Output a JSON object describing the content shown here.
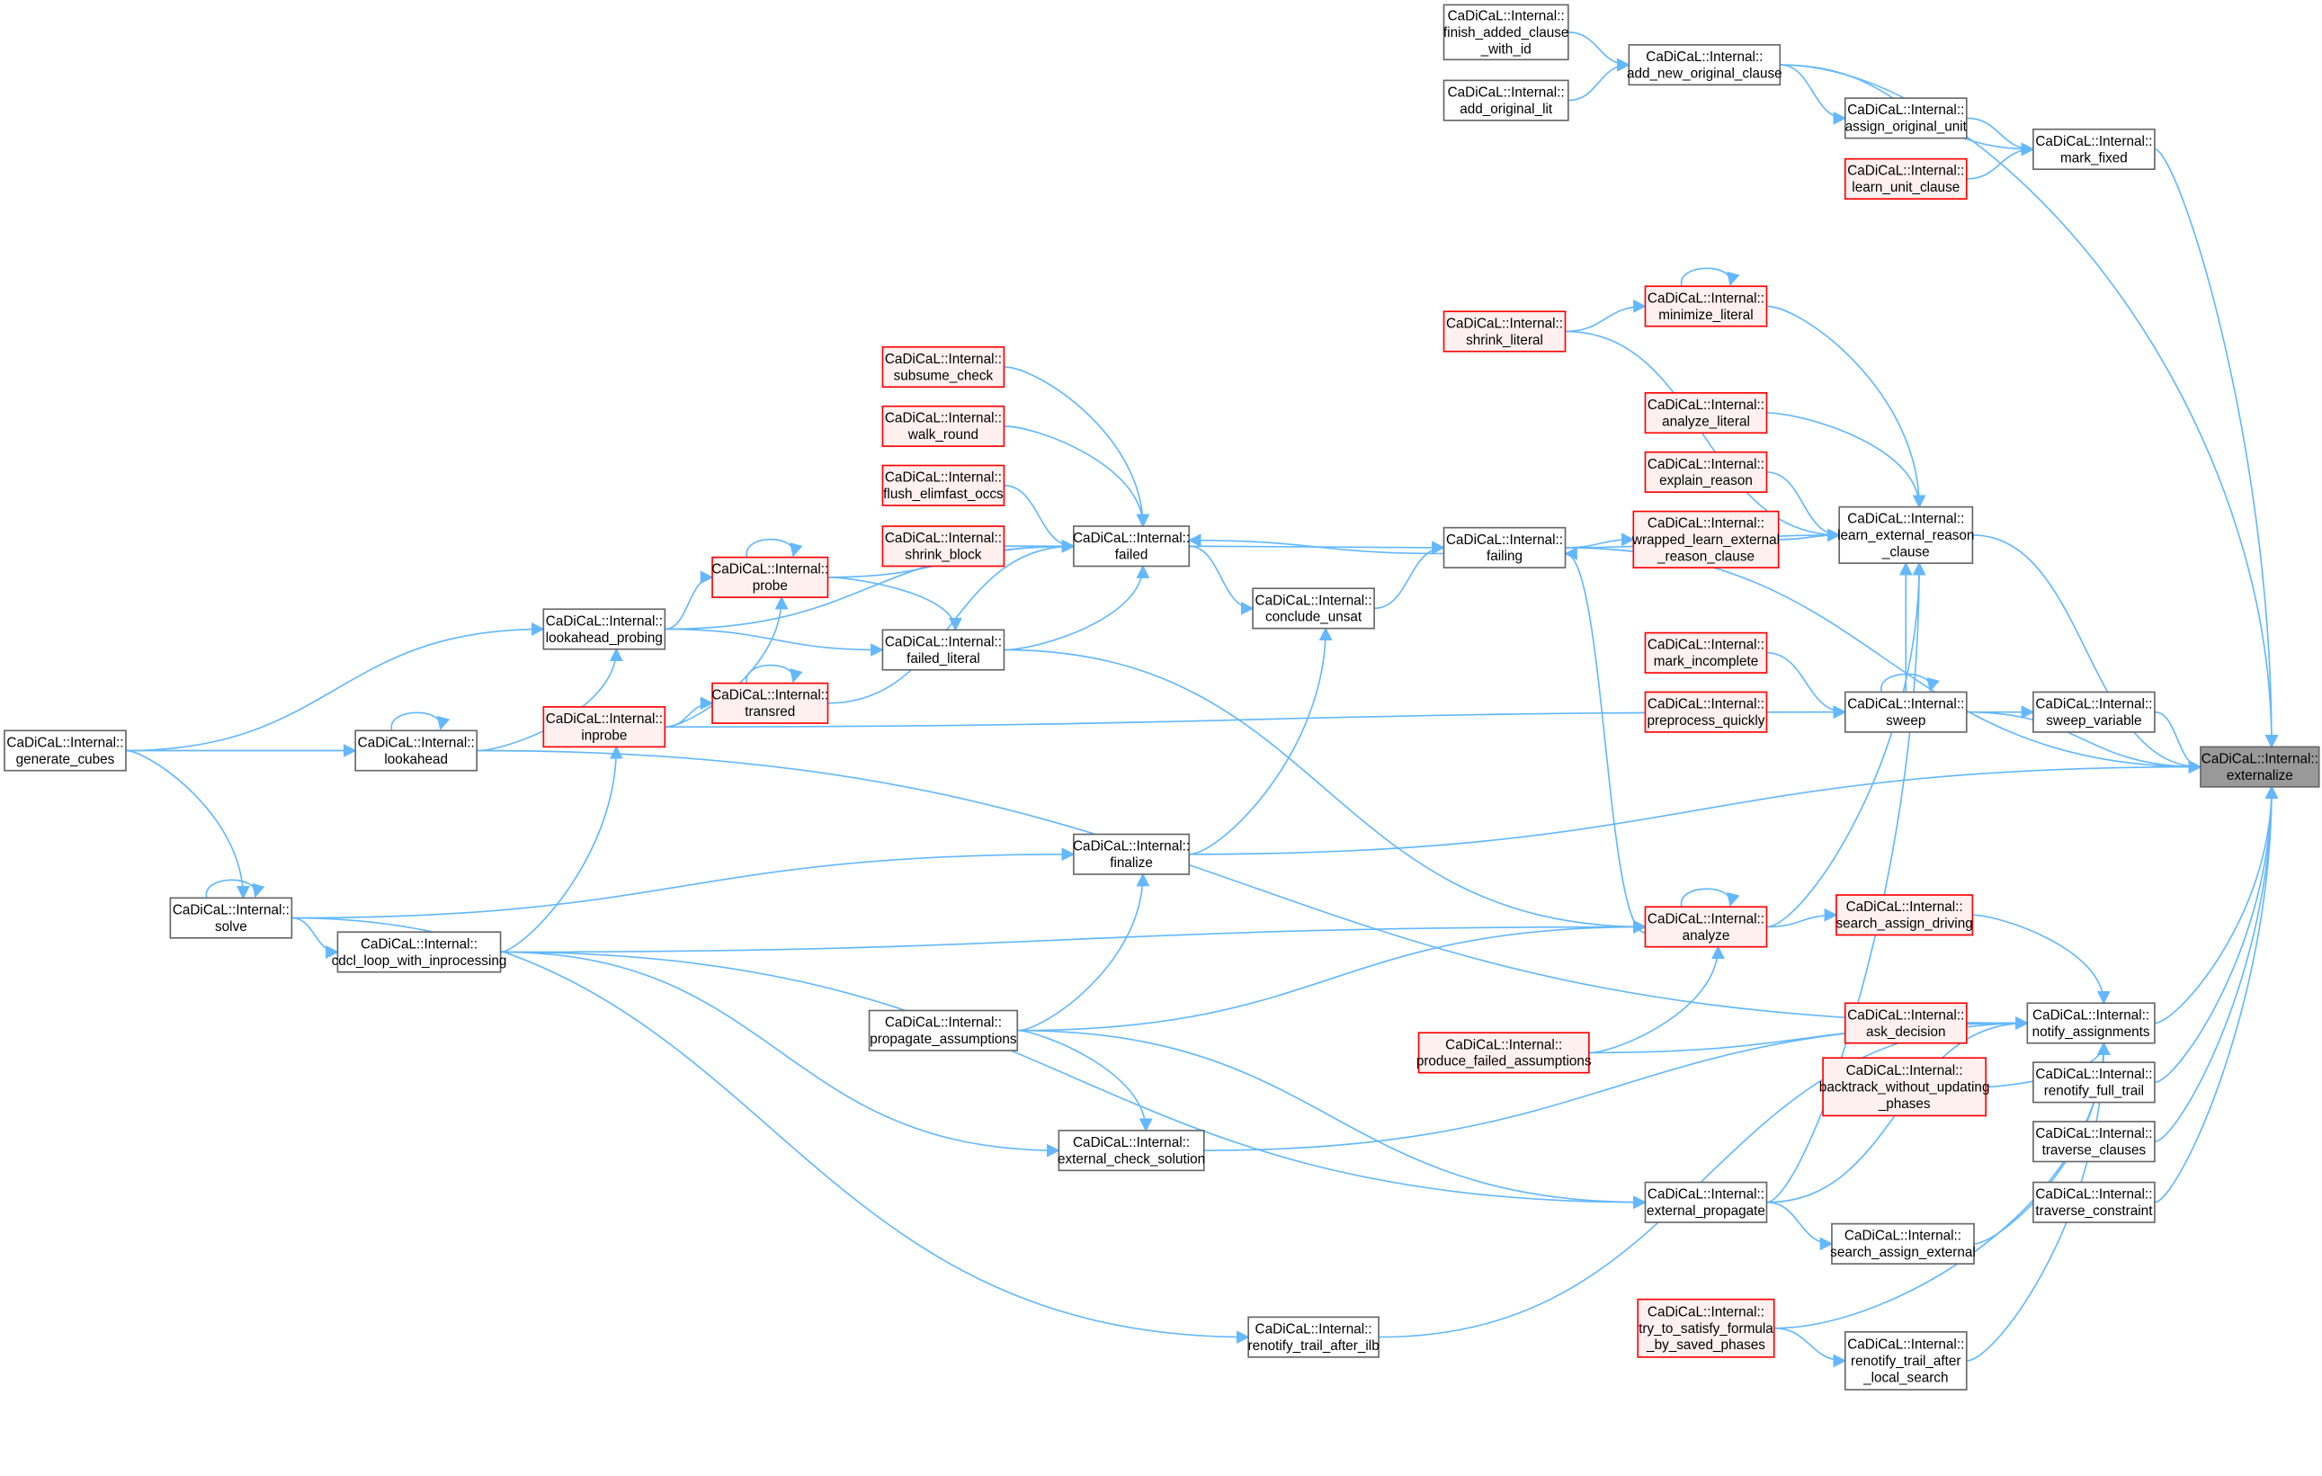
{
  "graph": {
    "kind": "caller-graph",
    "focus": "externalize",
    "colors": {
      "edge": "#63b8ff",
      "node_border": "#666666",
      "red_border": "#ff0000",
      "red_fill": "#fff0f0",
      "focus_fill": "#999999"
    },
    "nodes": [
      {
        "id": "finish",
        "style": "white",
        "lines": [
          "CaDiCaL::Internal::",
          "finish_added_clause",
          "_with_id"
        ]
      },
      {
        "id": "add_original_lit",
        "style": "white",
        "lines": [
          "CaDiCaL::Internal::",
          "add_original_lit"
        ]
      },
      {
        "id": "add_new",
        "style": "white",
        "lines": [
          "CaDiCaL::Internal::",
          "add_new_original_clause"
        ]
      },
      {
        "id": "assign_unit",
        "style": "white",
        "lines": [
          "CaDiCaL::Internal::",
          "assign_original_unit"
        ]
      },
      {
        "id": "learn_unit",
        "style": "red",
        "lines": [
          "CaDiCaL::Internal::",
          "learn_unit_clause"
        ]
      },
      {
        "id": "mark_fixed",
        "style": "white",
        "lines": [
          "CaDiCaL::Internal::",
          "mark_fixed"
        ]
      },
      {
        "id": "shrink_literal",
        "style": "red",
        "lines": [
          "CaDiCaL::Internal::",
          "shrink_literal"
        ]
      },
      {
        "id": "minimize_literal",
        "style": "red",
        "lines": [
          "CaDiCaL::Internal::",
          "minimize_literal"
        ]
      },
      {
        "id": "analyze_literal",
        "style": "red",
        "lines": [
          "CaDiCaL::Internal::",
          "analyze_literal"
        ]
      },
      {
        "id": "explain_reason",
        "style": "red",
        "lines": [
          "CaDiCaL::Internal::",
          "explain_reason"
        ]
      },
      {
        "id": "wrapped",
        "style": "red",
        "lines": [
          "CaDiCaL::Internal::",
          "wrapped_learn_external",
          "_reason_clause"
        ]
      },
      {
        "id": "learn_ext",
        "style": "white",
        "lines": [
          "CaDiCaL::Internal::",
          "learn_external_reason",
          "_clause"
        ]
      },
      {
        "id": "failing",
        "style": "white",
        "lines": [
          "CaDiCaL::Internal::",
          "failing"
        ]
      },
      {
        "id": "mark_incomplete",
        "style": "red",
        "lines": [
          "CaDiCaL::Internal::",
          "mark_incomplete"
        ]
      },
      {
        "id": "preprocess",
        "style": "red",
        "lines": [
          "CaDiCaL::Internal::",
          "preprocess_quickly"
        ]
      },
      {
        "id": "sweep",
        "style": "white",
        "lines": [
          "CaDiCaL::Internal::",
          "sweep"
        ]
      },
      {
        "id": "sweep_variable",
        "style": "white",
        "lines": [
          "CaDiCaL::Internal::",
          "sweep_variable"
        ]
      },
      {
        "id": "externalize",
        "style": "current",
        "lines": [
          "CaDiCaL::Internal::",
          "externalize"
        ]
      },
      {
        "id": "subsume",
        "style": "red",
        "lines": [
          "CaDiCaL::Internal::",
          "subsume_check"
        ]
      },
      {
        "id": "walk_round",
        "style": "red",
        "lines": [
          "CaDiCaL::Internal::",
          "walk_round"
        ]
      },
      {
        "id": "flush",
        "style": "red",
        "lines": [
          "CaDiCaL::Internal::",
          "flush_elimfast_occs"
        ]
      },
      {
        "id": "shrink_block",
        "style": "red",
        "lines": [
          "CaDiCaL::Internal::",
          "shrink_block"
        ]
      },
      {
        "id": "failed",
        "style": "white",
        "lines": [
          "CaDiCaL::Internal::",
          "failed"
        ]
      },
      {
        "id": "conclude",
        "style": "white",
        "lines": [
          "CaDiCaL::Internal::",
          "conclude_unsat"
        ]
      },
      {
        "id": "probe",
        "style": "red",
        "lines": [
          "CaDiCaL::Internal::",
          "probe"
        ]
      },
      {
        "id": "lookahead_probing",
        "style": "white",
        "lines": [
          "CaDiCaL::Internal::",
          "lookahead_probing"
        ]
      },
      {
        "id": "failed_literal",
        "style": "white",
        "lines": [
          "CaDiCaL::Internal::",
          "failed_literal"
        ]
      },
      {
        "id": "transred",
        "style": "red",
        "lines": [
          "CaDiCaL::Internal::",
          "transred"
        ]
      },
      {
        "id": "inprobe",
        "style": "red",
        "lines": [
          "CaDiCaL::Internal::",
          "inprobe"
        ]
      },
      {
        "id": "lookahead",
        "style": "white",
        "lines": [
          "CaDiCaL::Internal::",
          "lookahead"
        ]
      },
      {
        "id": "generate_cubes",
        "style": "white",
        "lines": [
          "CaDiCaL::Internal::",
          "generate_cubes"
        ]
      },
      {
        "id": "solve",
        "style": "white",
        "lines": [
          "CaDiCaL::Internal::",
          "solve"
        ]
      },
      {
        "id": "finalize",
        "style": "white",
        "lines": [
          "CaDiCaL::Internal::",
          "finalize"
        ]
      },
      {
        "id": "analyze",
        "style": "red",
        "lines": [
          "CaDiCaL::Internal::",
          "analyze"
        ]
      },
      {
        "id": "search_driving",
        "style": "red",
        "lines": [
          "CaDiCaL::Internal::",
          "search_assign_driving"
        ]
      },
      {
        "id": "cdcl",
        "style": "white",
        "lines": [
          "CaDiCaL::Internal::",
          "cdcl_loop_with_inprocessing"
        ]
      },
      {
        "id": "propagate_assumptions",
        "style": "white",
        "lines": [
          "CaDiCaL::Internal::",
          "propagate_assumptions"
        ]
      },
      {
        "id": "produce_failed",
        "style": "red",
        "lines": [
          "CaDiCaL::Internal::",
          "produce_failed_assumptions"
        ]
      },
      {
        "id": "ask_decision",
        "style": "red",
        "lines": [
          "CaDiCaL::Internal::",
          "ask_decision"
        ]
      },
      {
        "id": "notify",
        "style": "white",
        "lines": [
          "CaDiCaL::Internal::",
          "notify_assignments"
        ]
      },
      {
        "id": "backtrack",
        "style": "red",
        "lines": [
          "CaDiCaL::Internal::",
          "backtrack_without_updating",
          "_phases"
        ]
      },
      {
        "id": "renotify_full",
        "style": "white",
        "lines": [
          "CaDiCaL::Internal::",
          "renotify_full_trail"
        ]
      },
      {
        "id": "traverse_clauses",
        "style": "white",
        "lines": [
          "CaDiCaL::Internal::",
          "traverse_clauses"
        ]
      },
      {
        "id": "ext_check",
        "style": "white",
        "lines": [
          "CaDiCaL::Internal::",
          "external_check_solution"
        ]
      },
      {
        "id": "ext_propagate",
        "style": "white",
        "lines": [
          "CaDiCaL::Internal::",
          "external_propagate"
        ]
      },
      {
        "id": "traverse_constraint",
        "style": "white",
        "lines": [
          "CaDiCaL::Internal::",
          "traverse_constraint"
        ]
      },
      {
        "id": "search_external",
        "style": "white",
        "lines": [
          "CaDiCaL::Internal::",
          "search_assign_external"
        ]
      },
      {
        "id": "try_satisfy",
        "style": "red",
        "lines": [
          "CaDiCaL::Internal::",
          "try_to_satisfy_formula",
          "_by_saved_phases"
        ]
      },
      {
        "id": "renotify_local",
        "style": "white",
        "lines": [
          "CaDiCaL::Internal::",
          "renotify_trail_after",
          "_local_search"
        ]
      },
      {
        "id": "renotify_ilb",
        "style": "white",
        "lines": [
          "CaDiCaL::Internal::",
          "renotify_trail_after_ilb"
        ]
      }
    ],
    "edges": [
      [
        "finish",
        "add_new"
      ],
      [
        "add_original_lit",
        "add_new"
      ],
      [
        "add_new",
        "assign_unit"
      ],
      [
        "add_new",
        "mark_fixed"
      ],
      [
        "add_new",
        "externalize"
      ],
      [
        "assign_unit",
        "mark_fixed"
      ],
      [
        "learn_unit",
        "mark_fixed"
      ],
      [
        "mark_fixed",
        "externalize"
      ],
      [
        "shrink_literal",
        "minimize_literal"
      ],
      [
        "minimize_literal",
        "minimize_literal"
      ],
      [
        "shrink_literal",
        "learn_ext"
      ],
      [
        "minimize_literal",
        "learn_ext"
      ],
      [
        "analyze_literal",
        "learn_ext"
      ],
      [
        "explain_reason",
        "learn_ext"
      ],
      [
        "wrapped",
        "learn_ext"
      ],
      [
        "failing",
        "wrapped"
      ],
      [
        "failing",
        "learn_ext"
      ],
      [
        "failing",
        "externalize"
      ],
      [
        "learn_ext",
        "externalize"
      ],
      [
        "failed",
        "failing"
      ],
      [
        "failing",
        "failed"
      ],
      [
        "failed",
        "conclude"
      ],
      [
        "conclude",
        "failing"
      ],
      [
        "subsume",
        "failed"
      ],
      [
        "walk_round",
        "failed"
      ],
      [
        "flush",
        "failed"
      ],
      [
        "shrink_block",
        "failed"
      ],
      [
        "probe",
        "failed"
      ],
      [
        "failed_literal",
        "failed"
      ],
      [
        "transred",
        "failed"
      ],
      [
        "lookahead_probing",
        "failed"
      ],
      [
        "probe",
        "probe"
      ],
      [
        "lookahead_probing",
        "probe"
      ],
      [
        "probe",
        "failed_literal"
      ],
      [
        "lookahead_probing",
        "failed_literal"
      ],
      [
        "inprobe",
        "probe"
      ],
      [
        "inprobe",
        "transred"
      ],
      [
        "transred",
        "transred"
      ],
      [
        "inprobe",
        "sweep"
      ],
      [
        "generate_cubes",
        "lookahead_probing"
      ],
      [
        "generate_cubes",
        "lookahead"
      ],
      [
        "lookahead",
        "lookahead"
      ],
      [
        "lookahead",
        "lookahead_probing"
      ],
      [
        "lookahead",
        "notify"
      ],
      [
        "generate_cubes",
        "solve"
      ],
      [
        "solve",
        "solve"
      ],
      [
        "solve",
        "cdcl"
      ],
      [
        "solve",
        "finalize"
      ],
      [
        "solve",
        "renotify_ilb"
      ],
      [
        "cdcl",
        "inprobe"
      ],
      [
        "cdcl",
        "analyze"
      ],
      [
        "cdcl",
        "ext_check"
      ],
      [
        "cdcl",
        "ext_propagate"
      ],
      [
        "failed_literal",
        "analyze"
      ],
      [
        "finalize",
        "conclude"
      ],
      [
        "finalize",
        "externalize"
      ],
      [
        "propagate_assumptions",
        "finalize"
      ],
      [
        "propagate_assumptions",
        "analyze"
      ],
      [
        "propagate_assumptions",
        "ext_propagate"
      ],
      [
        "propagate_assumptions",
        "ext_check"
      ],
      [
        "ext_check",
        "notify"
      ],
      [
        "analyze",
        "analyze"
      ],
      [
        "analyze",
        "failing"
      ],
      [
        "analyze",
        "learn_ext"
      ],
      [
        "analyze",
        "search_driving"
      ],
      [
        "produce_failed",
        "analyze"
      ],
      [
        "produce_failed",
        "notify"
      ],
      [
        "search_driving",
        "notify"
      ],
      [
        "ask_decision",
        "notify"
      ],
      [
        "backtrack",
        "notify"
      ],
      [
        "notify",
        "externalize"
      ],
      [
        "ext_propagate",
        "learn_ext"
      ],
      [
        "ext_propagate",
        "notify"
      ],
      [
        "ext_propagate",
        "search_external"
      ],
      [
        "search_external",
        "notify"
      ],
      [
        "try_satisfy",
        "notify"
      ],
      [
        "try_satisfy",
        "renotify_local"
      ],
      [
        "renotify_local",
        "notify"
      ],
      [
        "renotify_ilb",
        "notify"
      ],
      [
        "sweep",
        "sweep"
      ],
      [
        "mark_incomplete",
        "sweep"
      ],
      [
        "preprocess",
        "sweep"
      ],
      [
        "sweep",
        "sweep_variable"
      ],
      [
        "sweep",
        "externalize"
      ],
      [
        "sweep",
        "learn_ext"
      ],
      [
        "sweep_variable",
        "externalize"
      ],
      [
        "renotify_full",
        "externalize"
      ],
      [
        "traverse_clauses",
        "externalize"
      ],
      [
        "traverse_constraint",
        "externalize"
      ]
    ]
  }
}
